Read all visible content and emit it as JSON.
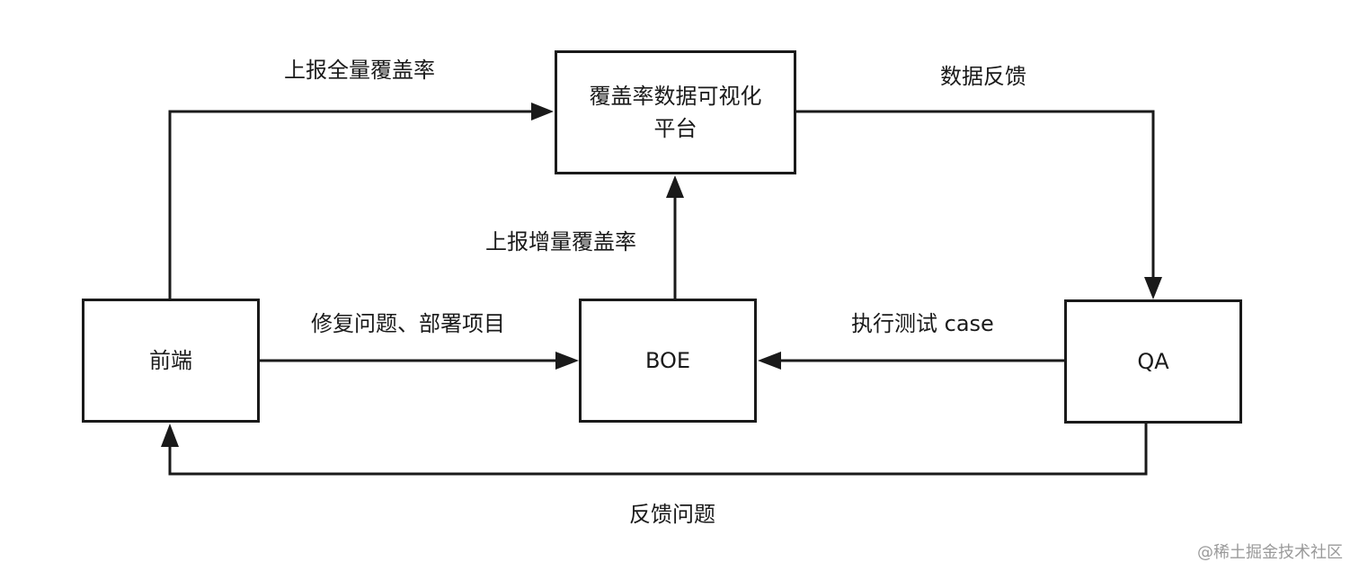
{
  "diagram": {
    "nodes": {
      "platform": {
        "label": "覆盖率数据可视化\n平台"
      },
      "frontend": {
        "label": "前端"
      },
      "boe": {
        "label": "BOE"
      },
      "qa": {
        "label": "QA"
      }
    },
    "edges": [
      {
        "id": "frontend-to-platform",
        "from": "frontend",
        "to": "platform",
        "label": "上报全量覆盖率"
      },
      {
        "id": "platform-to-qa",
        "from": "platform",
        "to": "qa",
        "label": "数据反馈"
      },
      {
        "id": "boe-to-platform",
        "from": "boe",
        "to": "platform",
        "label": "上报增量覆盖率"
      },
      {
        "id": "frontend-to-boe",
        "from": "frontend",
        "to": "boe",
        "label": "修复问题、部署项目"
      },
      {
        "id": "qa-to-boe",
        "from": "qa",
        "to": "boe",
        "label": "执行测试 case"
      },
      {
        "id": "qa-to-frontend",
        "from": "qa",
        "to": "frontend",
        "label": "反馈问题"
      }
    ]
  },
  "watermark": "@稀土掘金技术社区",
  "colors": {
    "stroke": "#1a1a1a",
    "background": "#ffffff",
    "watermark": "#9a9a9a"
  }
}
